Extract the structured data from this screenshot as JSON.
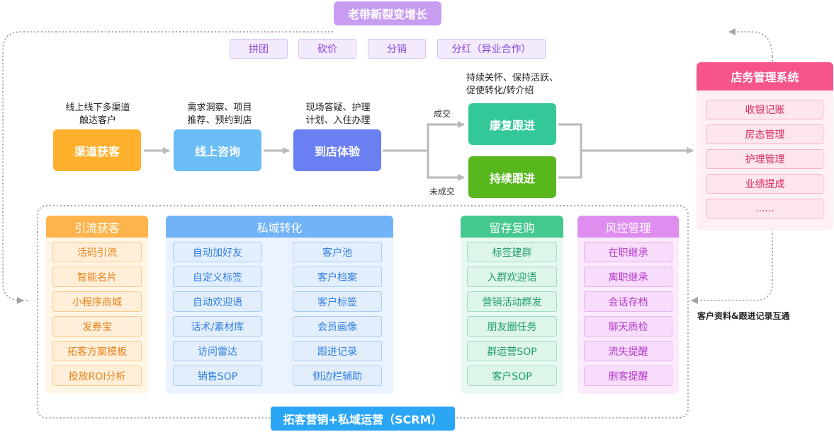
{
  "banner_top": "老带新裂变增长",
  "referral_tags": [
    "拼团",
    "砍价",
    "分销",
    "分红（异业合作）"
  ],
  "flow": {
    "stages": [
      {
        "caption": [
          "线上线下多渠道",
          "触达客户"
        ],
        "label": "渠道获客",
        "color": "#fdb02c"
      },
      {
        "caption": [
          "需求洞察、项目",
          "推荐、预约到店"
        ],
        "label": "线上咨询",
        "color": "#6bbdf6"
      },
      {
        "caption": [
          "现场答疑、护理",
          "计划、入住办理"
        ],
        "label": "到店体验",
        "color": "#6a7ff2"
      }
    ],
    "branch_yes": "成交",
    "branch_no": "未成交",
    "followup_caption": [
      "持续关怀、保持活跃、",
      "促使转化/转介绍"
    ],
    "followup_rehab": {
      "label": "康复跟进",
      "color": "#34c79a"
    },
    "followup_continue": {
      "label": "持续跟进",
      "color": "#59b71e"
    }
  },
  "store_system": {
    "title": "店务管理系统",
    "items": [
      "收银记账",
      "房态管理",
      "护理管理",
      "业绩提成",
      "......"
    ]
  },
  "panels": {
    "acquisition": {
      "title": "引流获客",
      "items": [
        "活码引流",
        "智能名片",
        "小程序商城",
        "发券宝",
        "拓客方案模板",
        "投放ROI分析"
      ]
    },
    "private": {
      "title": "私域转化",
      "left": [
        "自动加好友",
        "自定义标签",
        "自动欢迎语",
        "话术/素材库",
        "访问雷达",
        "销售SOP"
      ],
      "right": [
        "客户池",
        "客户档案",
        "客户标签",
        "会员画像",
        "跟进记录",
        "侧边栏辅助"
      ]
    },
    "retention": {
      "title": "留存复购",
      "items": [
        "标签建群",
        "入群欢迎语",
        "营销活动群发",
        "朋友圈任务",
        "群运营SOP",
        "客户SOP"
      ]
    },
    "risk": {
      "title": "风控管理",
      "items": [
        "在职继承",
        "离职继承",
        "会话存档",
        "聊天质检",
        "流失提醒",
        "删客提醒"
      ]
    }
  },
  "sync_note": "客户资料&跟进记录互通",
  "banner_bottom": "拓客营销+私域运营（SCRM）"
}
